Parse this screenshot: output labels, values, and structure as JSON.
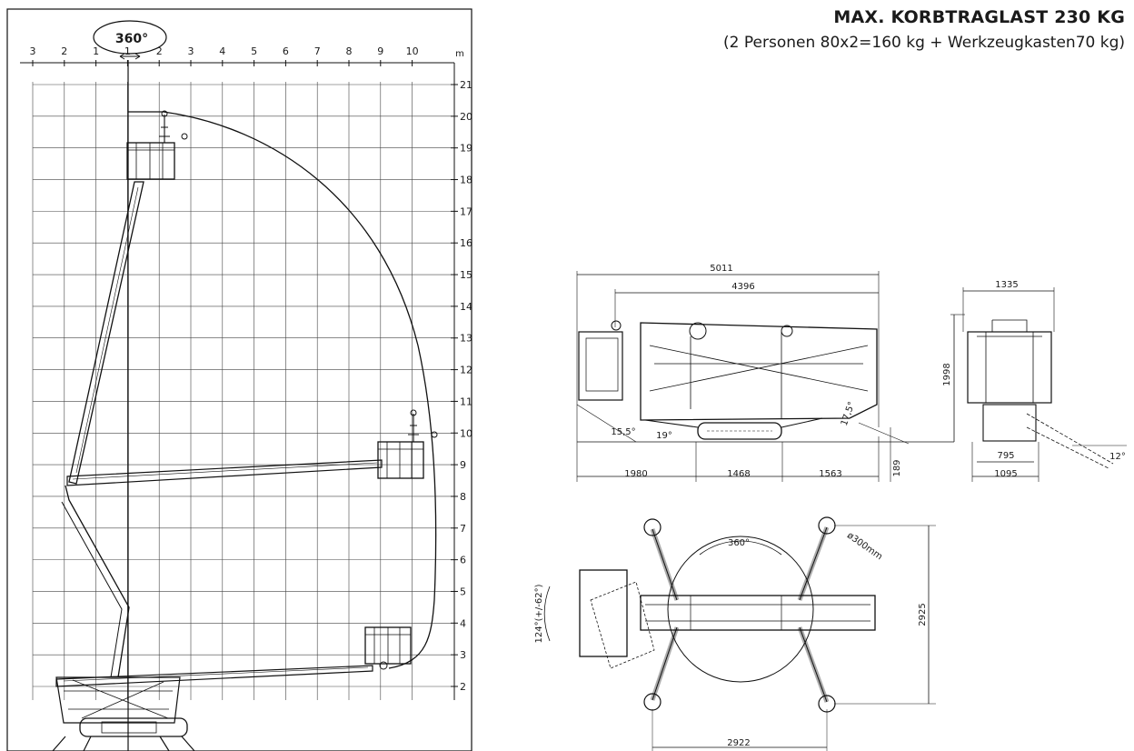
{
  "header": {
    "title": "MAX. KORBTRAGLAST 230 KG",
    "subtitle": "(2 Personen 80x2=160 kg + Werkzeugkasten70 kg)"
  },
  "working_range": {
    "rotation_label": "360°",
    "unit_label": "m",
    "x_ticks": [
      "3",
      "2",
      "1",
      "1",
      "2",
      "3",
      "4",
      "5",
      "6",
      "7",
      "8",
      "9",
      "10"
    ],
    "y_ticks": [
      "2",
      "3",
      "4",
      "5",
      "6",
      "7",
      "8",
      "9",
      "10",
      "11",
      "12",
      "13",
      "14",
      "15",
      "16",
      "17",
      "18",
      "19",
      "20",
      "21"
    ]
  },
  "side_view": {
    "overall_length": "5011",
    "body_length": "4396",
    "height": "1998",
    "clearance": "189",
    "angle_front": "15,5°",
    "angle_track": "19°",
    "angle_rear": "17,5°",
    "seg_rear": "1980",
    "seg_track": "1468",
    "seg_front": "1563"
  },
  "front_view": {
    "top_width": "1335",
    "track_width": "795",
    "outer_width": "1095",
    "slope_angle": "12°"
  },
  "top_view": {
    "rotation_label": "360°",
    "pad_diameter": "ø300mm",
    "outrigger_span_y": "2925",
    "outrigger_span_x": "2922",
    "basket_rotation": "124°(+/-62°)"
  }
}
